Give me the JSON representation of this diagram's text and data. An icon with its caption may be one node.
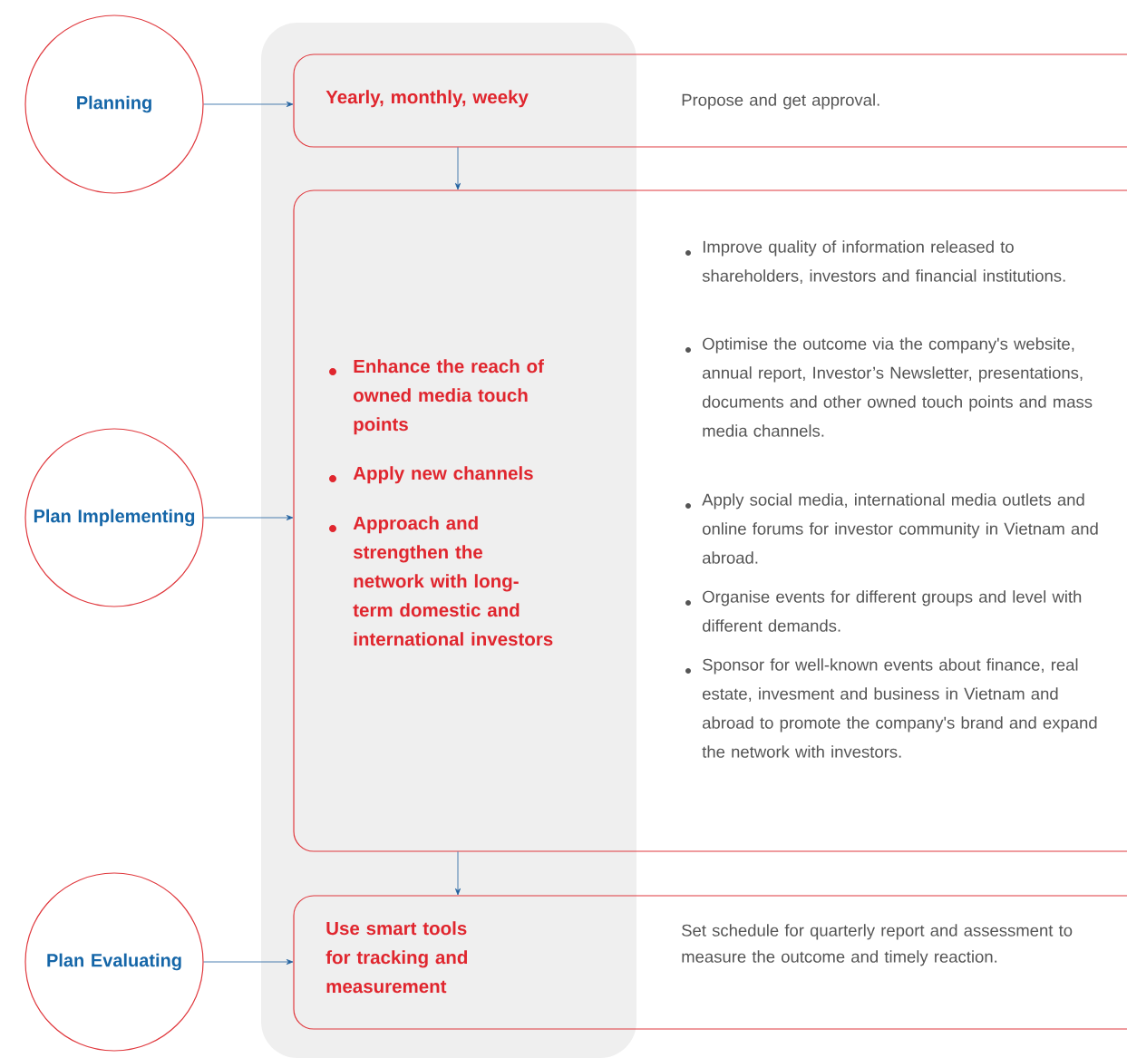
{
  "diagram": {
    "nodes": [
      {
        "text": [
          "Planning"
        ]
      },
      {
        "text": [
          "Yearly, monthly, weeky",
          "Propose and get approval."
        ]
      },
      {
        "text": [
          "Plan Implementing"
        ]
      },
      {
        "text": [
          "Enhance the reach of owned media touch points",
          "Apply new channels",
          "Approach and strengthen the network with long-term domestic and international investors",
          "Improve quality of information released to shareholders, investors and financial institutions.",
          "Optimise the outcome via the company's website, annual report, Investor’s Newsletter, presentations, documents and other owned touch points and mass media channels.",
          "Apply social media, international media outlets and online forums for investor community in Vietnam and abroad.",
          "Organise events for different groups and level with different demands.",
          "Sponsor for well-known events about finance, real estate, invesment and business in Vietnam and abroad to promote the company's brand and expand the network with investors."
        ]
      },
      {
        "text": [
          "Plan Evaluating"
        ]
      },
      {
        "text": [
          "Use smart tools for tracking and measurement",
          "Set schedule for quarterly report and assessment to measure the outcome and timely reaction."
        ]
      }
    ],
    "edges": [
      {
        "from": 0,
        "to": 1,
        "arrow": "to"
      },
      {
        "from": 1,
        "to": 3,
        "arrow": "to"
      },
      {
        "from": 2,
        "to": 3,
        "arrow": "to"
      },
      {
        "from": 3,
        "to": 5,
        "arrow": "to"
      },
      {
        "from": 4,
        "to": 5,
        "arrow": "to"
      }
    ]
  }
}
